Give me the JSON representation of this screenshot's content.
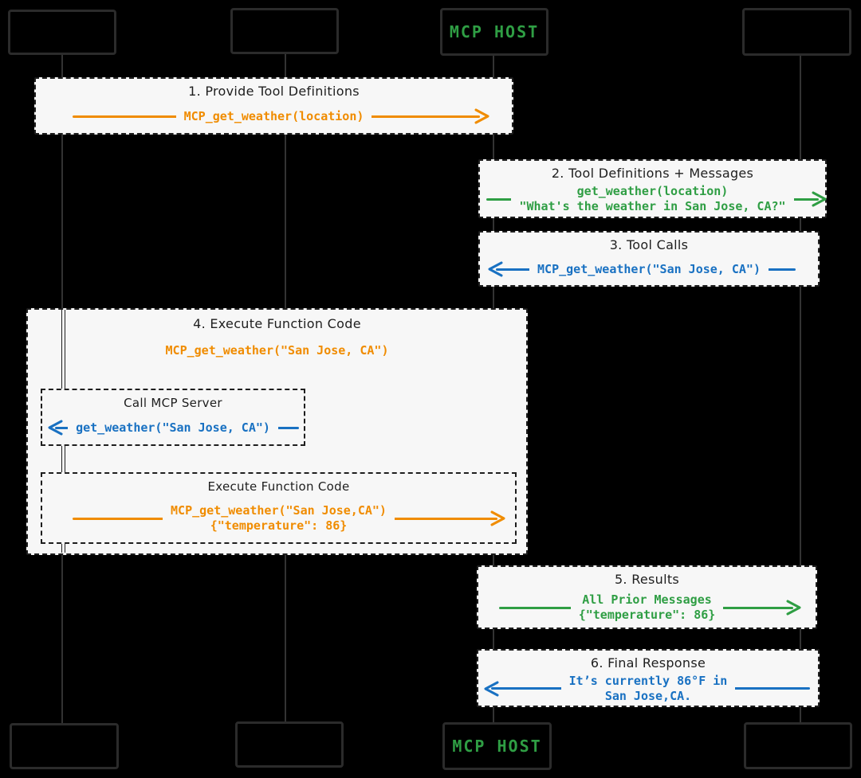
{
  "diagram": {
    "type": "sequence-diagram",
    "theme": {
      "background": "#000000",
      "box_fill": "#f7f7f7",
      "stroke": "#1e1e1e",
      "orange": "#f08c00",
      "green": "#2f9e44",
      "blue": "#1971c2",
      "host_label_color": "#2f9e44"
    },
    "actors": {
      "host_label": "MCP HOST"
    },
    "msgs": {
      "m1": {
        "title": "1. Provide Tool Definitions",
        "code": [
          "MCP_get_weather(location)"
        ],
        "color": "orange",
        "direction": "right"
      },
      "m2": {
        "title": "2. Tool Definitions + Messages",
        "code": [
          "get_weather(location)",
          "\"What's the weather in San Jose, CA?\""
        ],
        "color": "green",
        "direction": "right"
      },
      "m3": {
        "title": "3. Tool Calls",
        "code": [
          "MCP_get_weather(\"San Jose, CA\")"
        ],
        "color": "blue",
        "direction": "left"
      },
      "m4": {
        "title": "4. Execute Function Code",
        "code": [
          "MCP_get_weather(\"San Jose, CA\")"
        ],
        "color": "orange",
        "direction": "none"
      },
      "m4a": {
        "title": "Call MCP Server",
        "code": [
          "get_weather(\"San Jose, CA\")"
        ],
        "color": "blue",
        "direction": "left"
      },
      "m4b": {
        "title": "Execute Function Code",
        "code": [
          "MCP_get_weather(\"San Jose,CA\")",
          "{\"temperature\": 86}"
        ],
        "color": "orange",
        "direction": "right"
      },
      "m5": {
        "title": "5. Results",
        "code": [
          "All Prior Messages",
          "{\"temperature\": 86}"
        ],
        "color": "green",
        "direction": "right"
      },
      "m6": {
        "title": "6. Final Response",
        "code": [
          "It’s currently 86°F in",
          "San Jose,CA."
        ],
        "color": "blue",
        "direction": "left"
      }
    }
  }
}
